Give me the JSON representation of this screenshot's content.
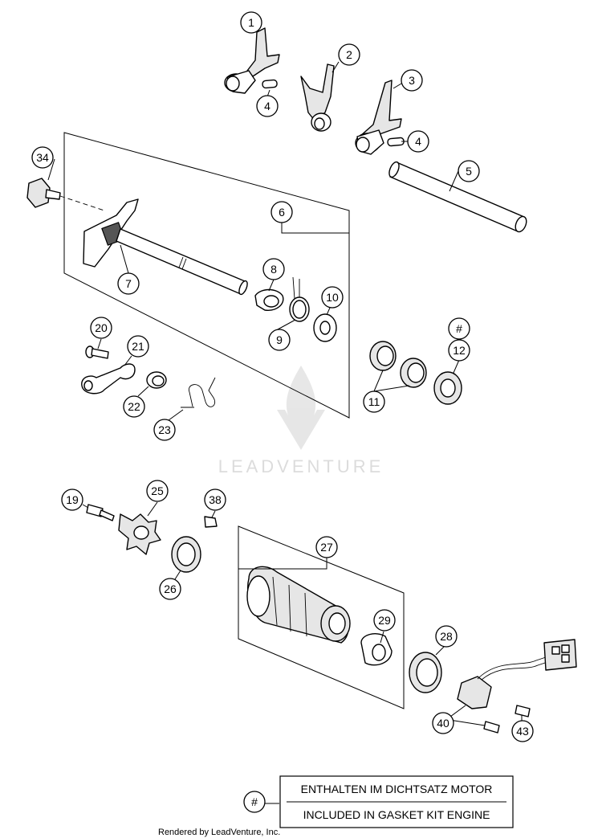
{
  "diagram": {
    "callouts": [
      "1",
      "2",
      "3",
      "4",
      "4",
      "5",
      "6",
      "7",
      "8",
      "9",
      "10",
      "11",
      "12",
      "19",
      "20",
      "21",
      "22",
      "23",
      "25",
      "26",
      "27",
      "28",
      "29",
      "34",
      "38",
      "40",
      "43"
    ],
    "kit_marker": "#",
    "legend": {
      "symbol": "#",
      "line1": "ENTHALTEN IM DICHTSATZ MOTOR",
      "line2": "INCLUDED IN GASKET KIT ENGINE"
    },
    "watermark": "LEADVENTURE",
    "credit": "Rendered by LeadVenture, Inc."
  }
}
